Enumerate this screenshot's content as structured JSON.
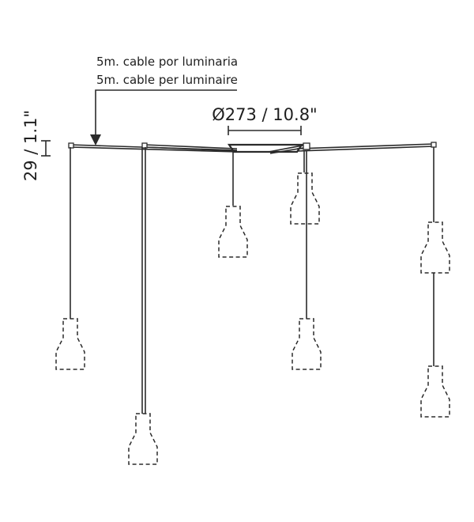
{
  "annotations": {
    "cable_line_1": "5m. cable por luminaria",
    "cable_line_2": "5m. cable per luminaire",
    "diameter": "Ø273 / 10.8\"",
    "height": "29 / 1.1\""
  }
}
